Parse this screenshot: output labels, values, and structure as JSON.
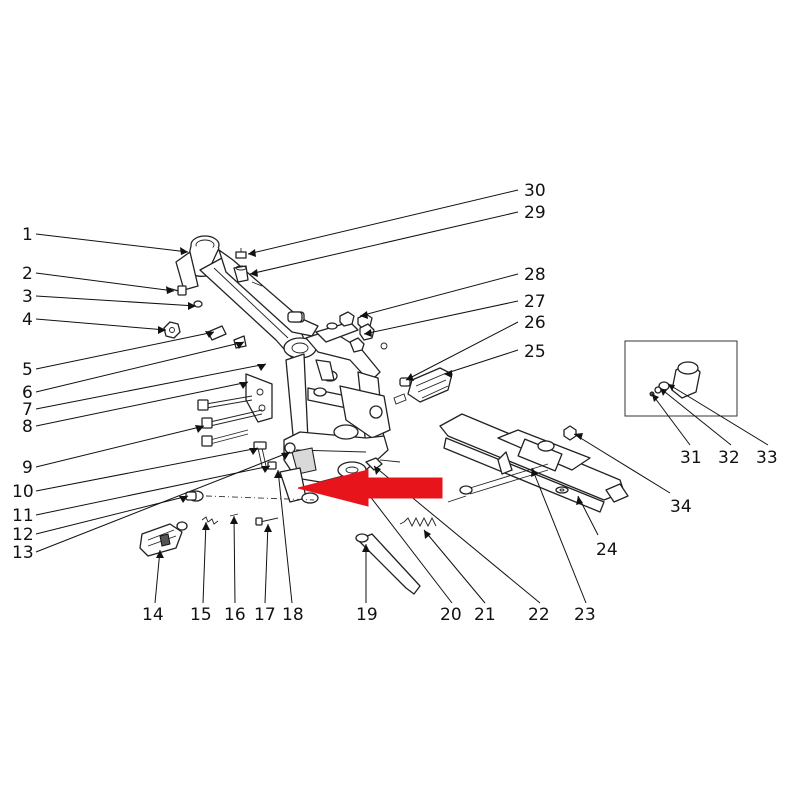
{
  "callouts": [
    {
      "id": "1",
      "label": "1"
    },
    {
      "id": "2",
      "label": "2"
    },
    {
      "id": "3",
      "label": "3"
    },
    {
      "id": "4",
      "label": "4"
    },
    {
      "id": "5",
      "label": "5"
    },
    {
      "id": "6",
      "label": "6"
    },
    {
      "id": "7",
      "label": "7"
    },
    {
      "id": "8",
      "label": "8"
    },
    {
      "id": "9",
      "label": "9"
    },
    {
      "id": "10",
      "label": "10"
    },
    {
      "id": "11",
      "label": "11"
    },
    {
      "id": "12",
      "label": "12"
    },
    {
      "id": "13",
      "label": "13"
    },
    {
      "id": "14",
      "label": "14"
    },
    {
      "id": "15",
      "label": "15"
    },
    {
      "id": "16",
      "label": "16"
    },
    {
      "id": "17",
      "label": "17"
    },
    {
      "id": "18",
      "label": "18"
    },
    {
      "id": "19",
      "label": "19"
    },
    {
      "id": "20",
      "label": "20"
    },
    {
      "id": "21",
      "label": "21"
    },
    {
      "id": "22",
      "label": "22"
    },
    {
      "id": "23",
      "label": "23"
    },
    {
      "id": "24",
      "label": "24"
    },
    {
      "id": "25",
      "label": "25"
    },
    {
      "id": "26",
      "label": "26"
    },
    {
      "id": "27",
      "label": "27"
    },
    {
      "id": "28",
      "label": "28"
    },
    {
      "id": "29",
      "label": "29"
    },
    {
      "id": "30",
      "label": "30"
    },
    {
      "id": "31",
      "label": "31"
    },
    {
      "id": "32",
      "label": "32"
    },
    {
      "id": "33",
      "label": "33"
    },
    {
      "id": "34",
      "label": "34"
    }
  ],
  "colors": {
    "ink": "#111111",
    "highlight_arrow": "#e8141c",
    "background": "#ffffff"
  },
  "icons": {
    "highlight_arrow": "arrow-left-icon"
  }
}
